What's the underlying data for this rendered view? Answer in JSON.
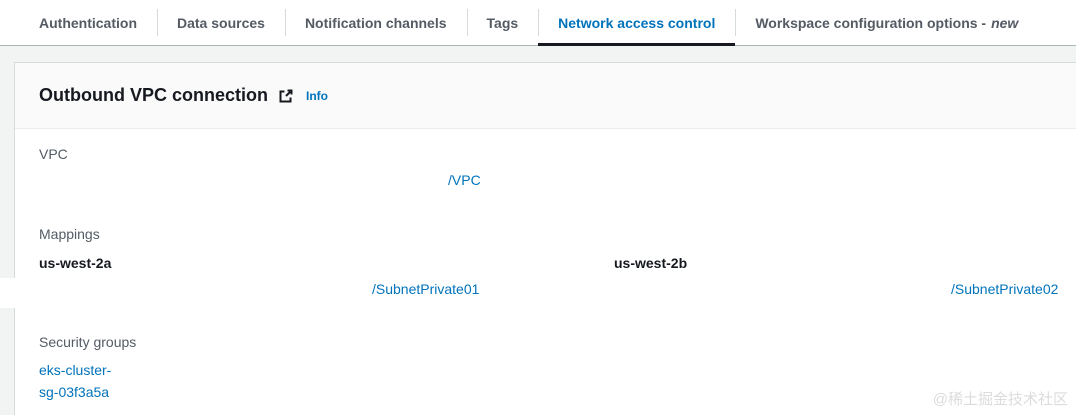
{
  "tabs": {
    "active": "Network access control",
    "items": [
      {
        "label": "Authentication"
      },
      {
        "label": "Data sources"
      },
      {
        "label": "Notification channels"
      },
      {
        "label": "Tags"
      },
      {
        "label": "Network access control"
      },
      {
        "label": "Workspace configuration options -",
        "label_em": "new"
      }
    ]
  },
  "panel": {
    "title": "Outbound VPC connection",
    "title_icon": "external-link-icon",
    "info_label": "Info",
    "fields": {
      "vpc": {
        "label": "VPC",
        "link": "/VPC"
      },
      "mappings": {
        "label": "Mappings",
        "zones": [
          {
            "name": "us-west-2a",
            "subnet_link": "/SubnetPrivate01"
          },
          {
            "name": "us-west-2b",
            "subnet_link": "/SubnetPrivate02"
          }
        ]
      },
      "security_groups": {
        "label": "Security groups",
        "link_line1": "eks-cluster-",
        "link_line2": "sg-03f3a5a"
      }
    }
  },
  "watermark": "@稀土掘金技术社区",
  "colors": {
    "accent": "#0073bb",
    "active_tab_underline": "#16191f",
    "page_background": "#f2f3f3",
    "link": "#0073bb",
    "tab_text": "#545b64"
  }
}
